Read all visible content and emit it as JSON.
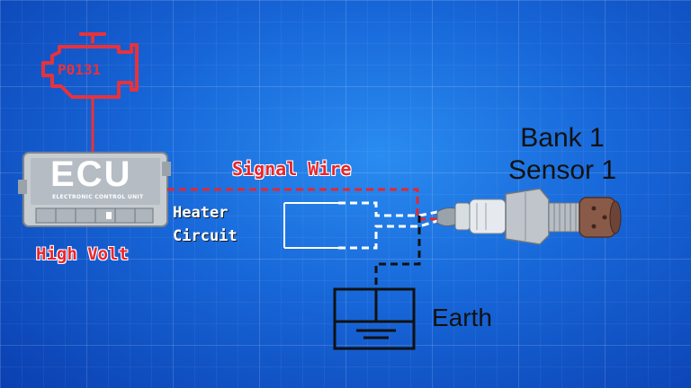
{
  "diagram": {
    "trouble_code": "P0131",
    "ecu": {
      "title": "ECU",
      "subtitle": "ELECTRONIC CONTROL UNIT"
    },
    "signal_wire_label": "Signal Wire",
    "heater_circuit_label": {
      "line1": "Heater",
      "line2": "Circuit"
    },
    "ecu_status_label": "High Volt",
    "sensor_label": {
      "line1": "Bank 1",
      "line2": "Sensor 1"
    },
    "ground_label": "Earth"
  },
  "colors": {
    "background": "#1766d8",
    "grid": "#ffffff",
    "signal_wire": "#e8262e",
    "heater_wire": "#ffffff",
    "ground_wire": "#111111",
    "warning_light": "#e8323a",
    "ecu_body": "#c7ccd1"
  },
  "icons": {
    "warning": "check-engine-icon",
    "ground": "ground-symbol-icon"
  }
}
